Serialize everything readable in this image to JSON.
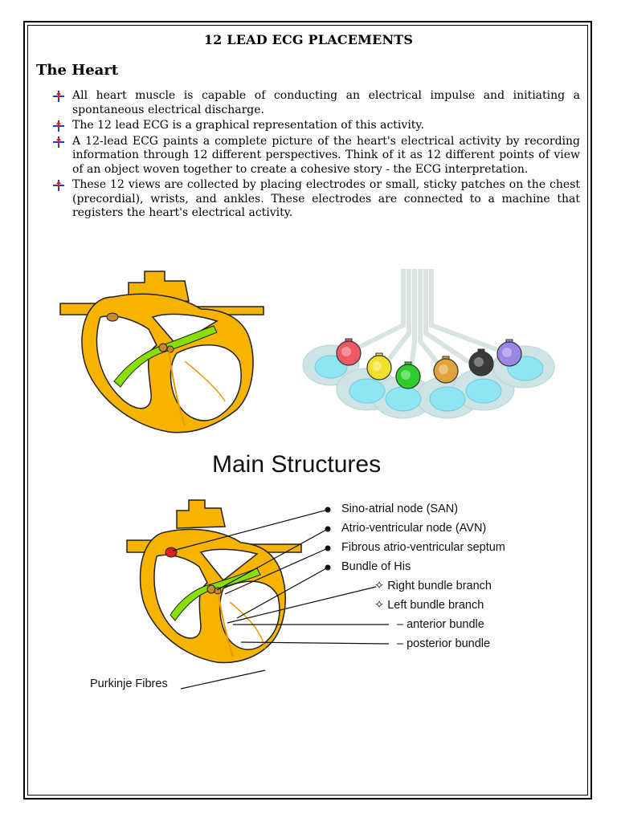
{
  "document": {
    "title": "12 LEAD ECG PLACEMENTS",
    "section_heading": "The Heart",
    "bullets": [
      "All heart muscle is capable of conducting an electrical impulse and initiating a spontaneous electrical discharge.",
      "The 12 lead ECG is a graphical representation of this activity.",
      "A 12-lead ECG paints a complete picture of the heart's electrical activity by recording information through 12 different perspectives. Think of it as 12 different points of view of an object woven together to create a cohesive story - the ECG interpretation.",
      "These 12 views are collected by placing electrodes or small, sticky patches on the chest (precordial), wrists, and ankles. These electrodes are connected to a machine that registers the heart's electrical activity."
    ]
  },
  "diagram": {
    "title": "Main Structures",
    "labels": {
      "san": "Sino-atrial node (SAN)",
      "avn": "Atrio-ventricular node (AVN)",
      "septum": "Fibrous atrio-ventricular septum",
      "his": "Bundle of His",
      "right_branch": "Right bundle branch",
      "left_branch": "Left bundle branch",
      "anterior": "anterior bundle",
      "posterior": "posterior bundle",
      "purkinje": "Purkinje Fibres"
    },
    "colors": {
      "heart": "#f6b400",
      "heart_outline": "#222222",
      "conduction": "#88e000",
      "node": "#c88a2a",
      "san_node": "#e0201a",
      "fibres": "#e89a00"
    }
  },
  "electrodes": {
    "pad_color": "#cde3e4",
    "center_color": "#8ee6f5",
    "cable_color": "#d8e4df",
    "snap_colors": [
      "#ee5a63",
      "#f2e12a",
      "#2dce2b",
      "#e0a23a",
      "#3a3a3a",
      "#9b86e8"
    ]
  }
}
